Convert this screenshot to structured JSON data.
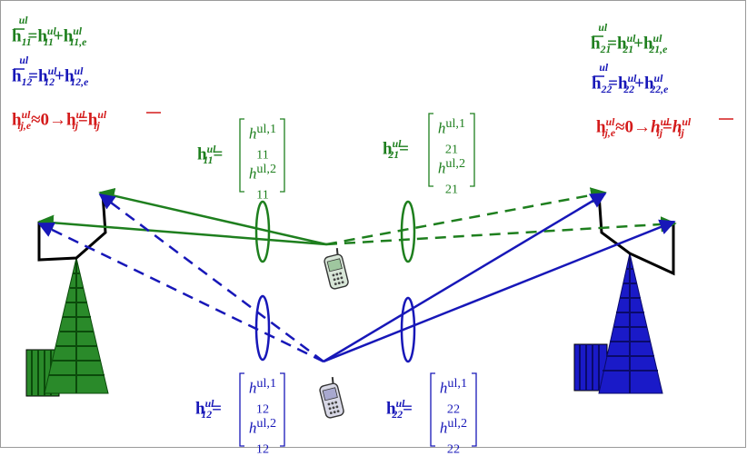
{
  "colors": {
    "green": "#1e7f1e",
    "blue": "#1717b8",
    "red": "#d41b1b",
    "black": "#000000",
    "tower_green": "#2a8a2a",
    "tower_blue": "#1a1ac8"
  },
  "icons": [
    "base-station-icon",
    "antenna-icon",
    "mobile-phone-icon",
    "beam-lens-icon"
  ],
  "equations": {
    "left": {
      "eq1": {
        "lhs": "h",
        "lhs_sub": "11",
        "lhs_sup": "ul",
        "rhs1": "h",
        "rhs1_sub": "11",
        "rhs1_sup": "ul",
        "plus": "+",
        "rhs2": "h",
        "rhs2_sub": "11,e",
        "rhs2_sup": "ul",
        "eq": "="
      },
      "eq2": {
        "lhs": "h",
        "lhs_sub": "12",
        "lhs_sup": "ul",
        "rhs1": "h",
        "rhs1_sub": "12",
        "rhs1_sup": "ul",
        "plus": "+",
        "rhs2": "h",
        "rhs2_sub": "12,e",
        "rhs2_sup": "ul",
        "eq": "="
      },
      "eq3": {
        "a": "h",
        "a_sub": "ij,e",
        "a_sup": "ul",
        "approx": "≈0→",
        "b": "h",
        "b_sub": "ij",
        "b_sup": "ul",
        "eq": "=",
        "c": "h",
        "c_sub": "ij",
        "c_sup": "ul"
      }
    },
    "right": {
      "eq1": {
        "lhs": "h",
        "lhs_sub": "21",
        "lhs_sup": "ul",
        "rhs1": "h",
        "rhs1_sub": "21",
        "rhs1_sup": "ul",
        "plus": "+",
        "rhs2": "h",
        "rhs2_sub": "21,e",
        "rhs2_sup": "ul",
        "eq": "="
      },
      "eq2": {
        "lhs": "h",
        "lhs_sub": "22",
        "lhs_sup": "ul",
        "rhs1": "h",
        "rhs1_sub": "22",
        "rhs1_sup": "ul",
        "plus": "+",
        "rhs2": "h",
        "rhs2_sub": "22,e",
        "rhs2_sup": "ul",
        "eq": "="
      },
      "eq3": {
        "a": "h",
        "a_sub": "ij,e",
        "a_sup": "ul",
        "approx": "≈0→",
        "b": "h",
        "b_sub": "ij",
        "b_sup": "ul",
        "eq": "=",
        "c": "h",
        "c_sub": "ij",
        "c_sup": "ul"
      }
    }
  },
  "vectors": {
    "h11": {
      "sym": "h",
      "sup": "ul",
      "sub": "11",
      "eq": "=",
      "e1": "h",
      "e1_sup": "ul,1",
      "e1_sub": "11",
      "e2": "h",
      "e2_sup": "ul,2",
      "e2_sub": "11"
    },
    "h21": {
      "sym": "h",
      "sup": "ul",
      "sub": "21",
      "eq": "=",
      "e1": "h",
      "e1_sup": "ul,1",
      "e1_sub": "21",
      "e2": "h",
      "e2_sup": "ul,2",
      "e2_sub": "21"
    },
    "h12": {
      "sym": "h",
      "sup": "ul",
      "sub": "12",
      "eq": "=",
      "e1": "h",
      "e1_sup": "ul,1",
      "e1_sub": "12",
      "e2": "h",
      "e2_sup": "ul,2",
      "e2_sub": "12"
    },
    "h22": {
      "sym": "h",
      "sup": "ul",
      "sub": "22",
      "eq": "=",
      "e1": "h",
      "e1_sup": "ul,1",
      "e1_sub": "22",
      "e2": "h",
      "e2_sup": "ul,2",
      "e2_sub": "22"
    }
  }
}
